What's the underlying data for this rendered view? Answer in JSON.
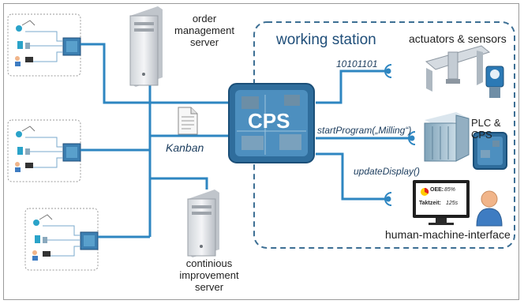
{
  "labels": {
    "order_server": "order\nmanagement\nserver",
    "ci_server": "continious\nimprovement\nserver",
    "kanban": "Kanban",
    "working_station": "working station",
    "actuators_sensors": "actuators & sensors",
    "plc_cps": "PLC & CPS",
    "hmi": "human-machine-interface",
    "cps": "CPS"
  },
  "messages": {
    "binary": "10101101",
    "start_program": "startProgram(„Milling“)",
    "update_display": "updateDisplay()"
  },
  "hmi_screen": {
    "oee_label": "OEE:",
    "oee_value": "85%",
    "takt_label": "Taktzeit:",
    "takt_value": "125s"
  },
  "colors": {
    "network_line": "#2e86c1",
    "cps_board": "#3c7fb1",
    "dashed_border": "#3d6f94",
    "station_title": "#1f4e79"
  }
}
